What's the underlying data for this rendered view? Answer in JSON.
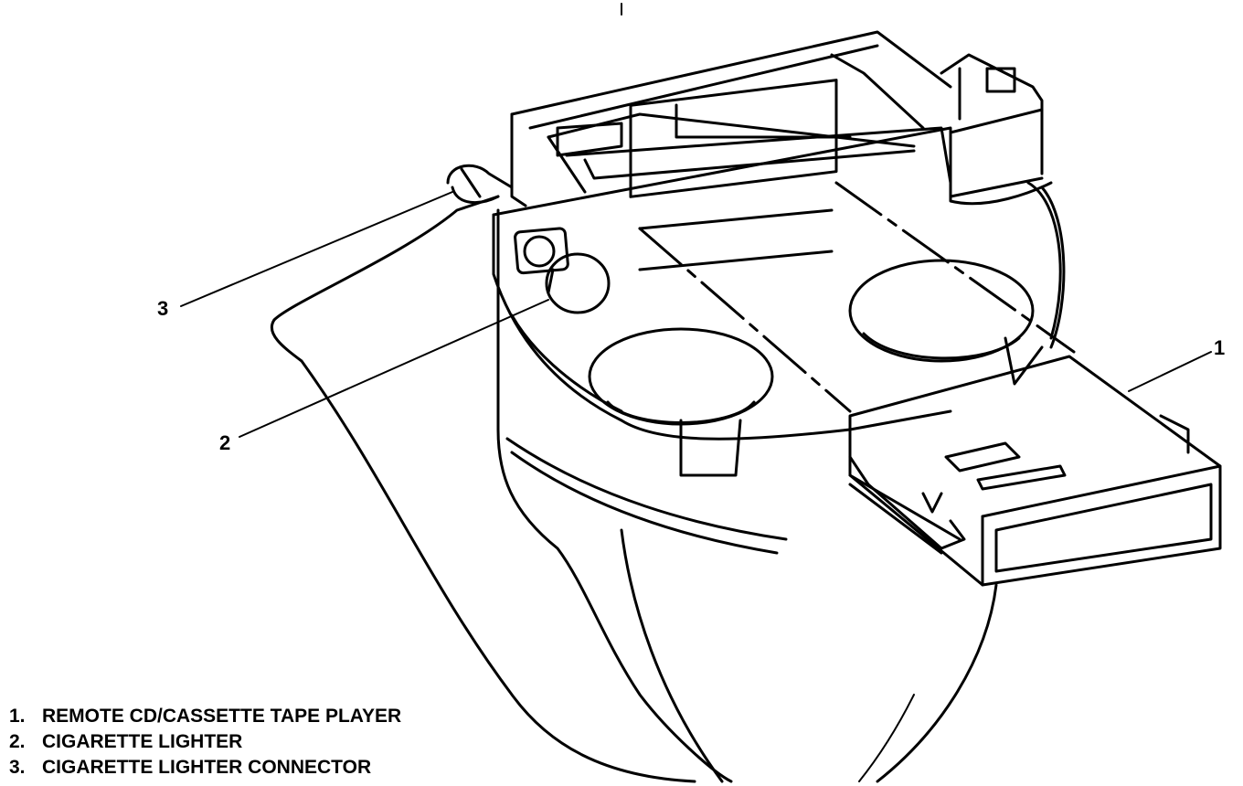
{
  "callouts": [
    {
      "number": "1",
      "label": "REMOTE CD/CASSETTE TAPE PLAYER"
    },
    {
      "number": "2",
      "label": "CIGARETTE LIGHTER"
    },
    {
      "number": "3",
      "label": "CIGARETTE LIGHTER CONNECTOR"
    }
  ],
  "legend": [
    {
      "number": "1.",
      "label": "REMOTE CD/CASSETTE TAPE PLAYER"
    },
    {
      "number": "2.",
      "label": "CIGARETTE LIGHTER"
    },
    {
      "number": "3.",
      "label": "CIGARETTE LIGHTER CONNECTOR"
    }
  ],
  "colors": {
    "ink": "#000000",
    "paper": "#ffffff"
  }
}
